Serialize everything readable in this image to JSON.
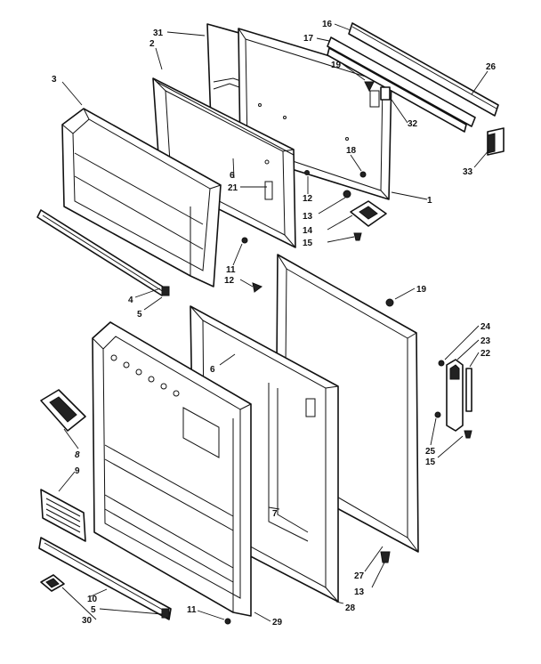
{
  "diagram": {
    "callouts": [
      {
        "id": "c31a",
        "text": "31"
      },
      {
        "id": "c2a",
        "text": "2"
      },
      {
        "id": "c3a",
        "text": "3"
      },
      {
        "id": "c16a",
        "text": "16"
      },
      {
        "id": "c17a",
        "text": "17"
      },
      {
        "id": "c19a",
        "text": "19"
      },
      {
        "id": "c26a",
        "text": "26"
      },
      {
        "id": "c32a",
        "text": "32"
      },
      {
        "id": "c18a",
        "text": "18"
      },
      {
        "id": "c33a",
        "text": "33"
      },
      {
        "id": "c1a",
        "text": "1"
      },
      {
        "id": "c6a",
        "text": "6"
      },
      {
        "id": "c21a",
        "text": "21"
      },
      {
        "id": "c12a",
        "text": "12"
      },
      {
        "id": "c13a",
        "text": "13"
      },
      {
        "id": "c14a",
        "text": "14"
      },
      {
        "id": "c15a",
        "text": "15"
      },
      {
        "id": "c11a",
        "text": "11"
      },
      {
        "id": "c12b",
        "text": "12"
      },
      {
        "id": "c4a",
        "text": "4"
      },
      {
        "id": "c5a",
        "text": "5"
      },
      {
        "id": "c19b",
        "text": "19"
      },
      {
        "id": "c6b",
        "text": "6"
      },
      {
        "id": "c24a",
        "text": "24"
      },
      {
        "id": "c23a",
        "text": "23"
      },
      {
        "id": "c22a",
        "text": "22"
      },
      {
        "id": "c8a",
        "text": "8"
      },
      {
        "id": "c25a",
        "text": "25"
      },
      {
        "id": "c15b",
        "text": "15"
      },
      {
        "id": "c9a",
        "text": "9"
      },
      {
        "id": "c7a",
        "text": "7"
      },
      {
        "id": "c27a",
        "text": "27"
      },
      {
        "id": "c13b",
        "text": "13"
      },
      {
        "id": "c10a",
        "text": "10"
      },
      {
        "id": "c5b",
        "text": "5"
      },
      {
        "id": "c30a",
        "text": "30"
      },
      {
        "id": "c11b",
        "text": "11"
      },
      {
        "id": "c29a",
        "text": "29"
      },
      {
        "id": "c28a",
        "text": "28"
      }
    ]
  }
}
